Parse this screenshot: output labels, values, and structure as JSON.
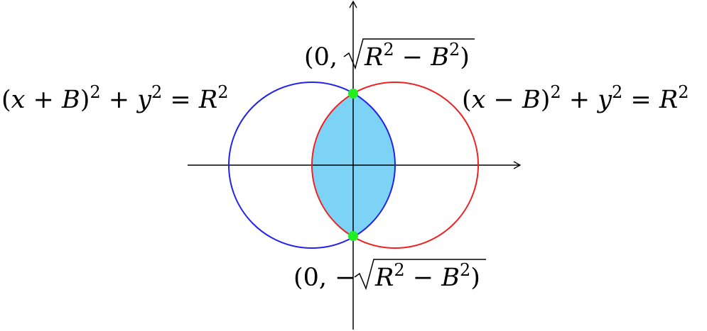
{
  "diagram": {
    "colors": {
      "left_circle": "#2222ee",
      "right_circle": "#ee2222",
      "lens_fill": "#7dd3f5",
      "intersection_points": "#22ee22",
      "axes": "#000000"
    },
    "labels": {
      "left_circle_equation": {
        "open": "(",
        "x": "x",
        "plus": " + ",
        "B": "B",
        "close": ")",
        "sq1": "2",
        "plus2": " + ",
        "y": "y",
        "sq2": "2",
        "eq": " = ",
        "R": "R",
        "sq3": "2"
      },
      "right_circle_equation": {
        "open": "(",
        "x": "x",
        "minus": " − ",
        "B": "B",
        "close": ")",
        "sq1": "2",
        "plus2": " + ",
        "y": "y",
        "sq2": "2",
        "eq": " = ",
        "R": "R",
        "sq3": "2"
      },
      "top_point": {
        "prefix": "(0, ",
        "R": "R",
        "sq1": "2",
        "minus": " − ",
        "B": "B",
        "sq2": "2",
        "close": ")"
      },
      "bottom_point": {
        "prefix": "(0, −",
        "R": "R",
        "sq1": "2",
        "minus": " − ",
        "B": "B",
        "sq2": "2",
        "close": ")"
      }
    }
  }
}
